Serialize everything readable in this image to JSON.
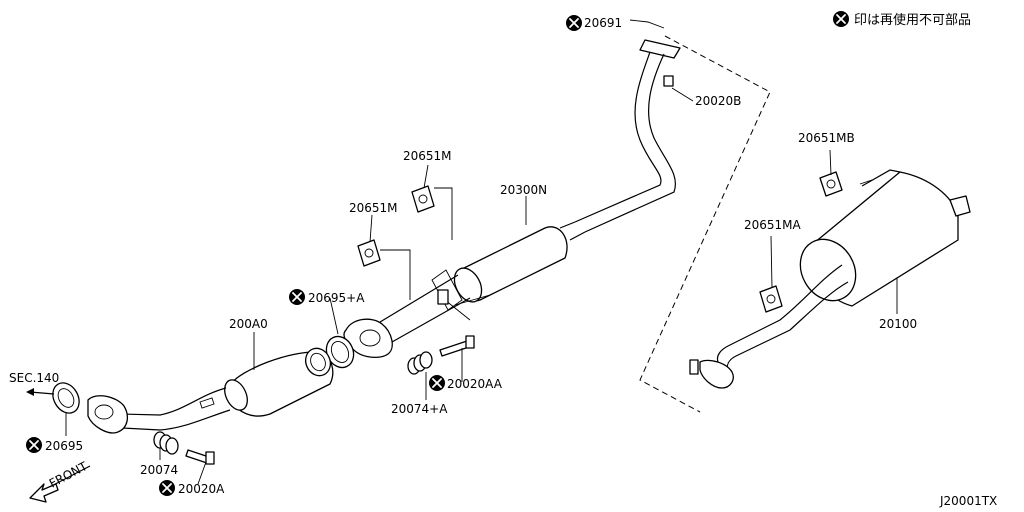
{
  "legend_note": "印は再使用不可部品",
  "diagram_code": "J20001TX",
  "section_ref": "SEC.140",
  "front_label": "FRONT",
  "parts": {
    "p20691": "20691",
    "p20020b": "20020B",
    "p20651mb": "20651MB",
    "p20651m_upper": "20651M",
    "p20300n": "20300N",
    "p20651m_lower": "20651M",
    "p20651ma": "20651MA",
    "p20695a": "20695+A",
    "p200a0": "200A0",
    "p20100": "20100",
    "p20020aa": "20020AA",
    "p20074a": "20074+A",
    "p20695": "20695",
    "p20074": "20074",
    "p20020a": "20020A"
  }
}
